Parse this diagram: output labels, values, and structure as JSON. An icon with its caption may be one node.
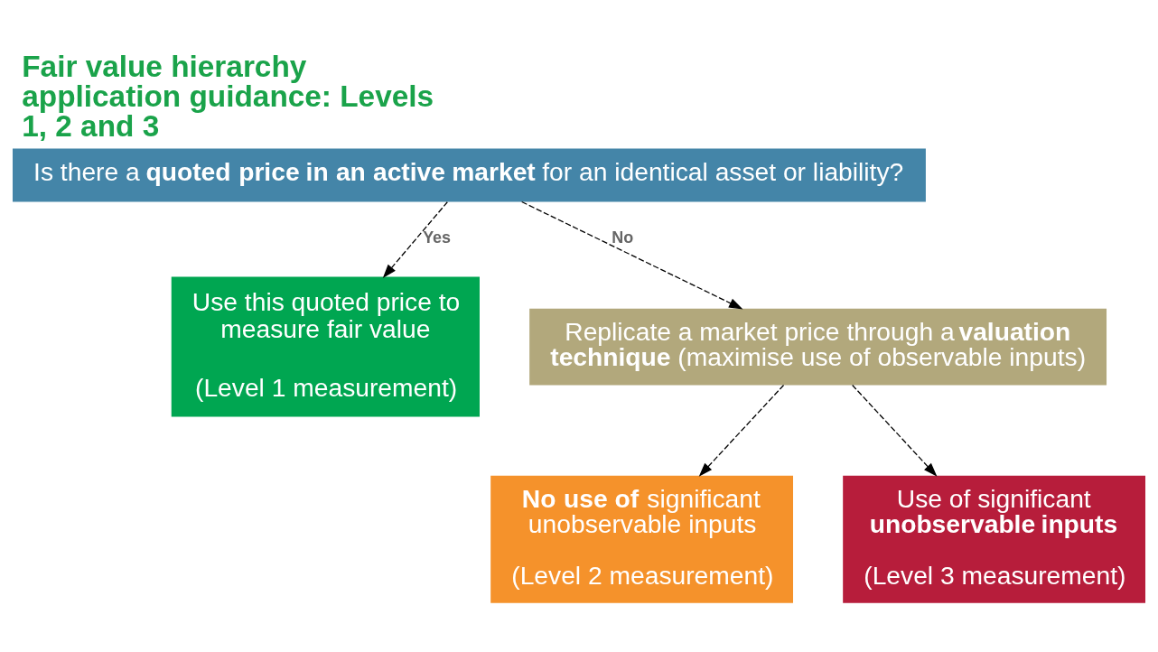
{
  "diagram": {
    "title": "Fair value hierarchy application guidance: Levels 1, 2 and 3",
    "nodes": [
      {
        "text": [
          "Is there a **quoted price in an active market** for an identical asset or liability?"
        ]
      },
      {
        "text": [
          "Use this quoted price to measure fair value",
          "(Level 1 measurement)"
        ]
      },
      {
        "text": [
          "Replicate a market price through a **valuation technique** (maximise use of observable inputs)"
        ]
      },
      {
        "text": [
          "**No use of** significant unobservable inputs",
          "(Level 2 measurement)"
        ]
      },
      {
        "text": [
          "Use of significant **unobservable inputs**",
          "(Level 3 measurement)"
        ]
      }
    ],
    "edges": [
      {
        "from": 0,
        "to": 1,
        "arrow": "to",
        "style": "dashed",
        "label": "Yes"
      },
      {
        "from": 0,
        "to": 2,
        "arrow": "to",
        "style": "dashed",
        "label": "No"
      },
      {
        "from": 2,
        "to": 3,
        "arrow": "to",
        "style": "dashed"
      },
      {
        "from": 2,
        "to": 4,
        "arrow": "to",
        "style": "dashed"
      }
    ]
  }
}
